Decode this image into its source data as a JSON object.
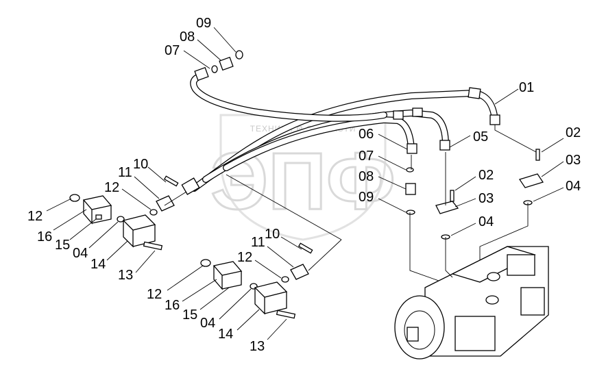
{
  "watermark": {
    "top_text": "ТЕХНИКА ⚙ ЗАПЧАСТИ",
    "logo_text": "ЭПФ"
  },
  "callouts": {
    "c01": "01",
    "c02a": "02",
    "c03a": "03",
    "c04a": "04",
    "c05": "05",
    "c02b": "02",
    "c03b": "03",
    "c04b": "04",
    "c06": "06",
    "c07a": "07",
    "c08a": "08",
    "c09a": "09",
    "c07b": "07",
    "c08b": "08",
    "c09b": "09",
    "c10a": "10",
    "c11a": "11",
    "c12a": "12",
    "c12b": "12",
    "c16a": "16",
    "c15a": "15",
    "c04c": "04",
    "c14a": "14",
    "c13a": "13",
    "c10b": "10",
    "c11b": "11",
    "c12c": "12",
    "c12d": "12",
    "c16b": "16",
    "c15b": "15",
    "c04d": "04",
    "c14b": "14",
    "c13b": "13"
  }
}
